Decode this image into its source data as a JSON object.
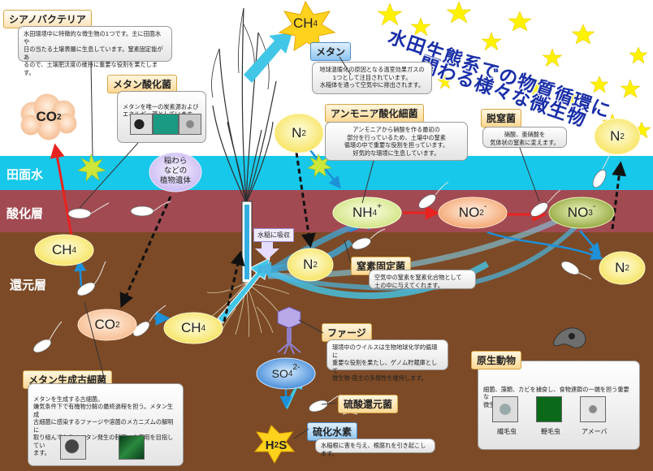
{
  "title": {
    "line1": "水田生態系での物質循環に",
    "line2": "関わる様々な微生物"
  },
  "layers": {
    "water": "田面水",
    "oxidized": "酸化層",
    "reduced": "還元層"
  },
  "molecules": {
    "ch4_top": "CH",
    "ch4_top_sub": "4",
    "co2_top": "CO",
    "co2_top_sub": "2",
    "ch4_left": "CH",
    "ch4_left_sub": "4",
    "co2_bottom": "CO",
    "co2_bottom_sub": "2",
    "ch4_bottom": "CH",
    "ch4_bottom_sub": "4",
    "n2_air": "N",
    "n2_air_sub": "2",
    "n2_fix": "N",
    "n2_fix_sub": "2",
    "n2_right": "N",
    "n2_right_sub": "2",
    "n2_top_right": "N",
    "n2_top_right_sub": "2",
    "nh4": "NH",
    "nh4_sub": "4",
    "nh4_sup": "+",
    "no2": "NO",
    "no2_sub": "2",
    "no2_sup": "-",
    "no3": "NO",
    "no3_sub": "3",
    "no3_sup": "-",
    "so4": "SO",
    "so4_sub": "4",
    "so4_sup": "2-",
    "h2s": "H",
    "h2s_sub": "2",
    "h2s_end": "S"
  },
  "straw_label": "稲わら\nなどの\n植物遺体",
  "rice_absorb": "水稲に吸収",
  "organisms": {
    "cyano": {
      "name": "シアノバクテリア",
      "desc": "水田環境中に特徴的な微生物の1つです。主に田面水や\n日の当たる土壌表層に生息しています。窒素固定能があ\nるので、土壌肥沃度の維持に重要な役割を果たします。"
    },
    "methane_ox": {
      "name": "メタン酸化菌",
      "desc": "メタンを唯一の炭素源および\nエネルギー源としています。"
    },
    "methane": {
      "name": "メタン",
      "desc": "地球温暖化の原因となる温室効果ガスの\n1つとして注目されています。\n水稲体を通って空気中に排出されます。"
    },
    "ammonia_ox": {
      "name": "アンモニア酸化細菌",
      "desc": "アンモニアから硝酸を作る最初の\n部分を行っているため、土壌中の窒素\n循環の中で重要な役割を担っています。\n好気的な環境に生息しています。"
    },
    "denitrifier": {
      "name": "脱窒菌",
      "desc": "硝酸、亜硝酸を\n気体状の窒素に変えます。"
    },
    "n_fixer": {
      "name": "窒素固定菌",
      "desc": "空気中の窒素を窒素化合物として\n土の中に与えてくれます。"
    },
    "phage": {
      "name": "ファージ",
      "desc": "環境中のウイルスは生物地球化学的循環に\n重要な役割を果たし、ゲノム貯蔵庫として\n微生物-宿主の多様性を維持します。"
    },
    "methanogen": {
      "name": "メタン生成古細菌",
      "desc": "メタンを生成する古細菌。\n嫌気条件下で有機物分解の最終過程を担う。メタン生成\n古細菌に感染するファージや溶菌のメカニズムの解明に\n取り組んでおり、メタン発生の制御への応用を目指してい\nます。"
    },
    "sulfate_red": {
      "name": "硫酸還元菌"
    },
    "h2s_label": {
      "name": "硫化水素",
      "desc": "水稲根に害を与え、根腐れを引き起こします。"
    },
    "protozoa": {
      "name": "原生動物",
      "desc": "細菌、藻類、カビを捕食し、食物連鎖の一端を担う重要な\n微生物です。",
      "captions": [
        "繊毛虫",
        "鞭毛虫",
        "アメーバ"
      ]
    }
  },
  "colors": {
    "sky": "#ffffff",
    "water": "#18c8ea",
    "oxidized": "#a24a52",
    "reduced": "#7c4a26",
    "title_text": "#1a2fa8",
    "star": "#fff200",
    "molecule_fill": "#fdf3a0",
    "arrow_red": "#e8231f",
    "arrow_blue": "#1e90d8",
    "arrow_black": "#111111",
    "arrow_cyan": "#42c6e8"
  }
}
